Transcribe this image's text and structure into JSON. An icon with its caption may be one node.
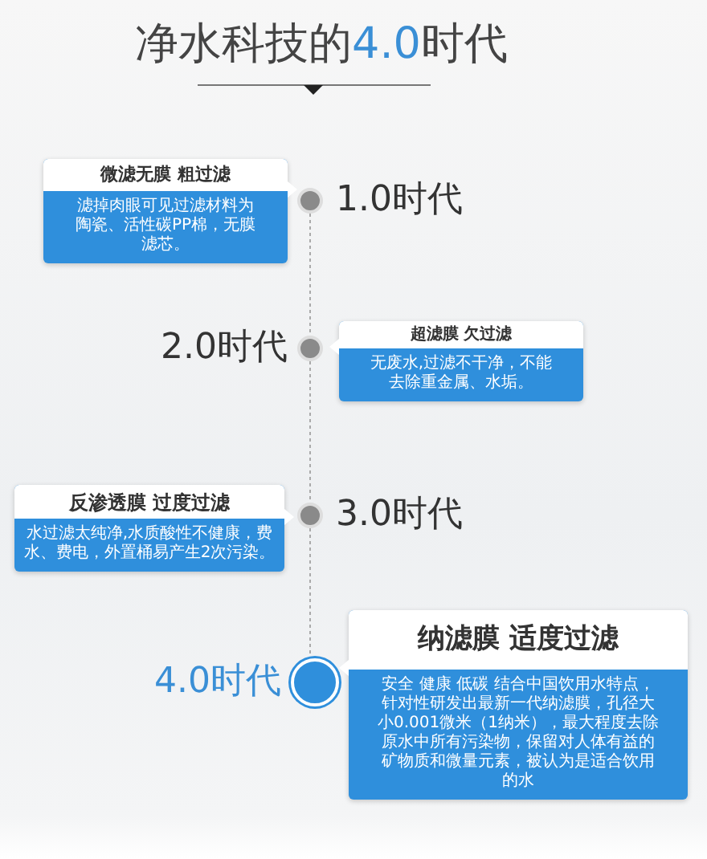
{
  "diagram": {
    "title": "净水科技的**4.0**时代",
    "nodes": [
      {
        "text": [
          "微滤无膜 粗过滤",
          "滤掉肉眼可见过滤材料为陶瓷、活性碳PP棉，无膜滤芯。"
        ]
      },
      {
        "text": [],
        "shape": "circle",
        "beside": [
          "1.0时代"
        ]
      },
      {
        "text": [
          "超滤膜 欠过滤",
          "无废水,过滤不干净，不能去除重金属、水垢。"
        ]
      },
      {
        "text": [],
        "shape": "circle",
        "beside": [
          "2.0时代"
        ]
      },
      {
        "text": [
          "反渗透膜 过度过滤",
          "水过滤太纯净,水质酸性不健康，费水、费电，外置桶易产生2次污染。"
        ]
      },
      {
        "text": [],
        "shape": "circle",
        "beside": [
          "3.0时代"
        ]
      },
      {
        "text": [
          "纳滤膜 适度过滤",
          "安全 健康 低碳 结合中国饮用水特点，针对性研发出最新一代纳滤膜，孔径大小0.001微米（1纳米），最大程度去除原水中所有污染物，保留对人体有益的矿物质和微量元素，被认为是适合饮用的水"
        ]
      },
      {
        "text": [],
        "shape": "circle",
        "beside": [
          "4.0时代"
        ]
      }
    ],
    "edges": [
      {
        "from": 1,
        "to": 3,
        "arrow": "none",
        "style": "dashed"
      },
      {
        "from": 3,
        "to": 5,
        "arrow": "none",
        "style": "dashed"
      },
      {
        "from": 5,
        "to": 7,
        "arrow": "none",
        "style": "dashed"
      }
    ]
  }
}
